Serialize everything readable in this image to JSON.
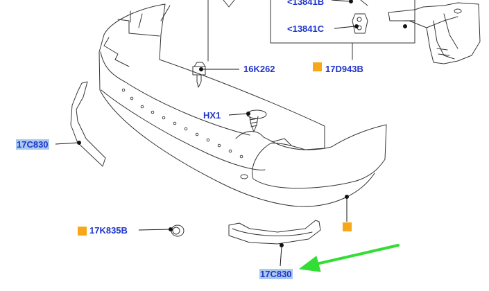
{
  "labels": {
    "p13841b": "<13841B",
    "p13841c": "<13841C",
    "p16k262": "16K262",
    "p17d943b": "17D943B",
    "phx1": "HX1",
    "p17c830_left": "17C830",
    "p17k835b": "17K835B",
    "p17c830_bottom": "17C830"
  },
  "colors": {
    "label_text": "#1f35c9",
    "highlight": "#a9c8ef",
    "marker": "#f7a81a",
    "arrow": "#33dd33",
    "line_art": "#333333"
  }
}
